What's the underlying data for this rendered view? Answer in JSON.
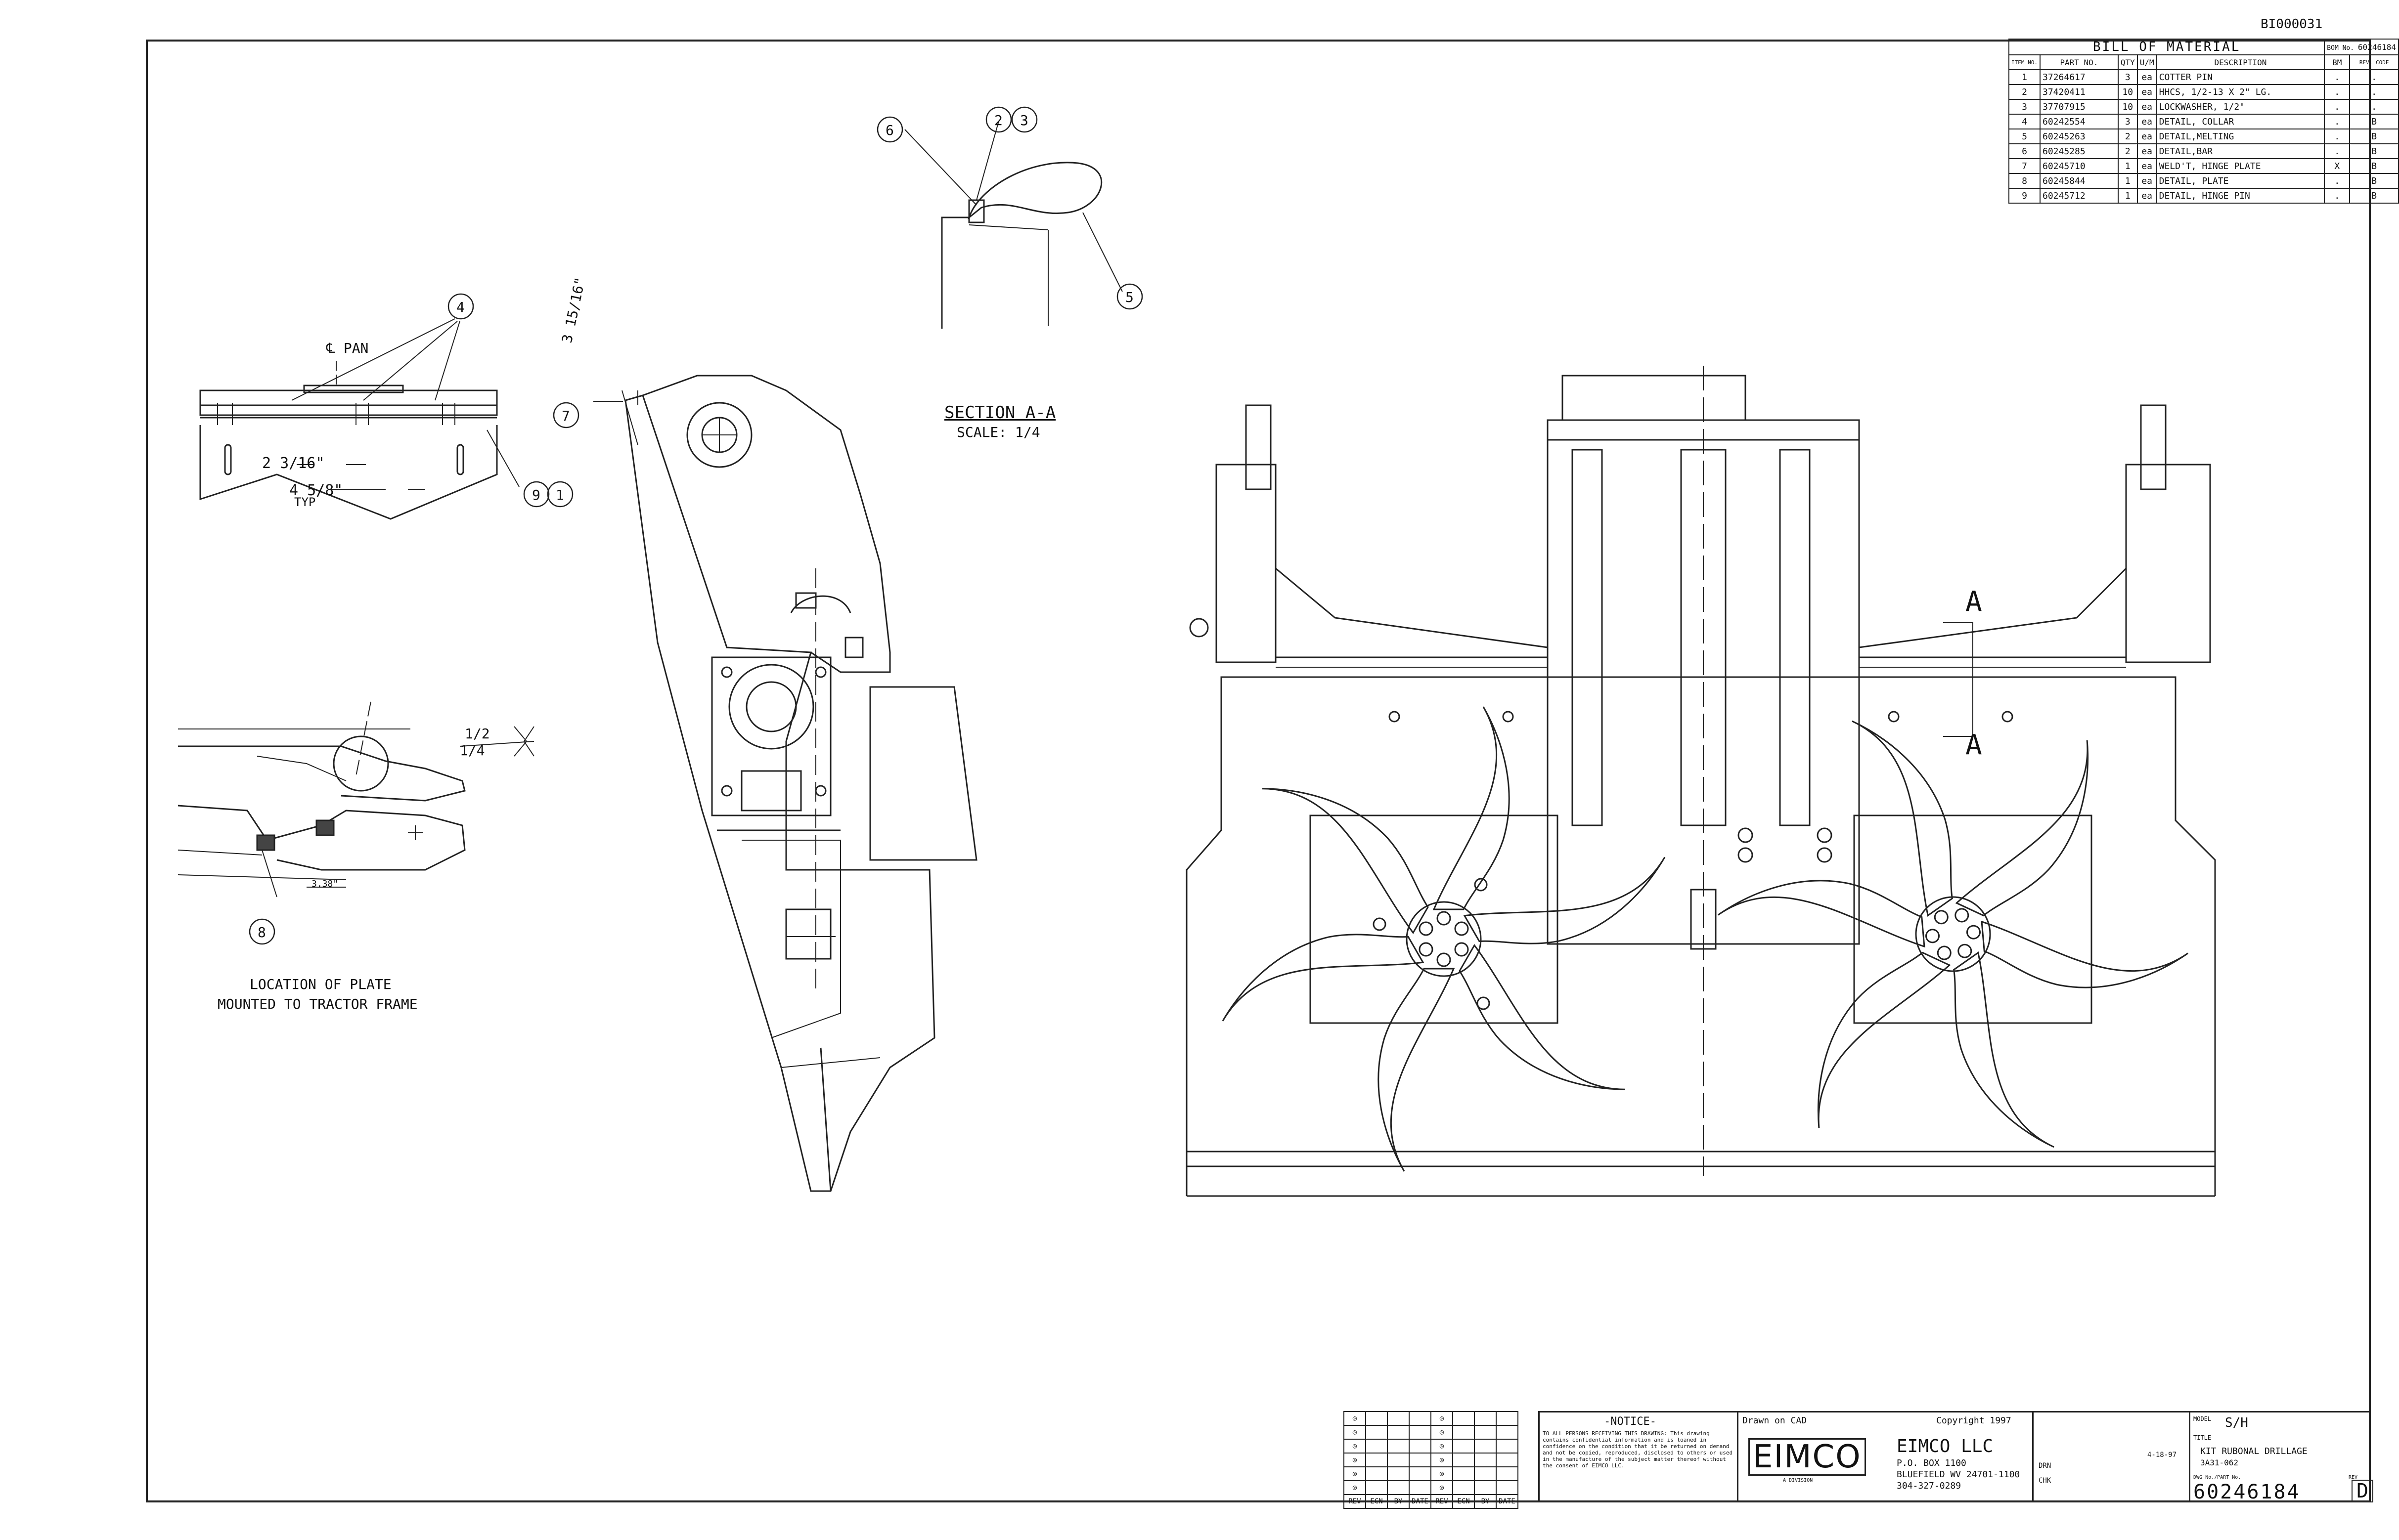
{
  "doc_number": "BI000031",
  "bom": {
    "title": "BILL OF MATERIAL",
    "bom_no_label": "BOM No.",
    "bom_no": "60246184",
    "headers": [
      "ITEM NO.",
      "PART NO.",
      "QTY",
      "U/M",
      "DESCRIPTION",
      "BM",
      "REV. CODE"
    ],
    "rows": [
      [
        "1",
        "37264617",
        "3",
        "ea",
        "COTTER PIN",
        ".",
        "."
      ],
      [
        "2",
        "37420411",
        "10",
        "ea",
        "HHCS, 1/2-13 X 2\" LG.",
        ".",
        "."
      ],
      [
        "3",
        "37707915",
        "10",
        "ea",
        "LOCKWASHER, 1/2\"",
        ".",
        "."
      ],
      [
        "4",
        "60242554",
        "3",
        "ea",
        "DETAIL, COLLAR",
        ".",
        "B"
      ],
      [
        "5",
        "60245263",
        "2",
        "ea",
        "DETAIL,MELTING",
        ".",
        "B"
      ],
      [
        "6",
        "60245285",
        "2",
        "ea",
        "DETAIL,BAR",
        ".",
        "B"
      ],
      [
        "7",
        "60245710",
        "1",
        "ea",
        "WELD'T, HINGE PLATE",
        "X",
        "B"
      ],
      [
        "8",
        "60245844",
        "1",
        "ea",
        "DETAIL, PLATE",
        ".",
        "B"
      ],
      [
        "9",
        "60245712",
        "1",
        "ea",
        "DETAIL, HINGE PIN",
        ".",
        "B"
      ]
    ]
  },
  "callouts": {
    "c1": "1",
    "c2": "2",
    "c3": "3",
    "c4": "4",
    "c5": "5",
    "c6": "6",
    "c7": "7",
    "c8": "8",
    "c9": "9"
  },
  "labels": {
    "pan_center": "℄ PAN",
    "dim_2_3_16": "2 3/16\"",
    "dim_4_5_8": "4 5/8\"",
    "typ": "TYP",
    "dim_3_15_16": "3 15/16\"",
    "section_title": "SECTION A-A",
    "section_scale": "SCALE: 1/4",
    "weld_a": "1/2",
    "weld_b": "1/4",
    "dim_small": "3.38\"",
    "plate_loc_1": "LOCATION OF PLATE",
    "plate_loc_2": "MOUNTED TO TRACTOR FRAME",
    "section_a_top": "A",
    "section_a_bottom": "A"
  },
  "title_block": {
    "notice_title": "-NOTICE-",
    "notice_text": "TO ALL PERSONS RECEIVING THIS DRAWING: This drawing contains confidential information and is loaned in confidence on the condition that it be returned on demand and not be copied, reproduced, disclosed to others or used in the manufacture of the subject matter thereof without the consent of EIMCO LLC.",
    "drawn_on": "Drawn on CAD",
    "copyright": "Copyright 1997",
    "logo": "EIMCO",
    "logo_sub": "A DIVISION",
    "company": "EIMCO LLC",
    "address1": "P.O. BOX 1100",
    "address2": "BLUEFIELD WV 24701-1100",
    "phone": "304-327-0289",
    "rev_headers": [
      "REV",
      "ECN",
      "BY",
      "DATE",
      "REV",
      "ECN",
      "BY",
      "DATE"
    ],
    "model_label": "MODEL",
    "model": "S/H",
    "title_label": "TITLE",
    "title": "KIT RUBONAL DRILLAGE",
    "subtitle": "3A31-062",
    "drawing_no_label": "DWG No./PART No.",
    "drawing_no": "60246184",
    "rev_label": "REV",
    "rev": "D",
    "date": "4-18-97",
    "drawn_by": "DRN",
    "checked": "CHK"
  }
}
